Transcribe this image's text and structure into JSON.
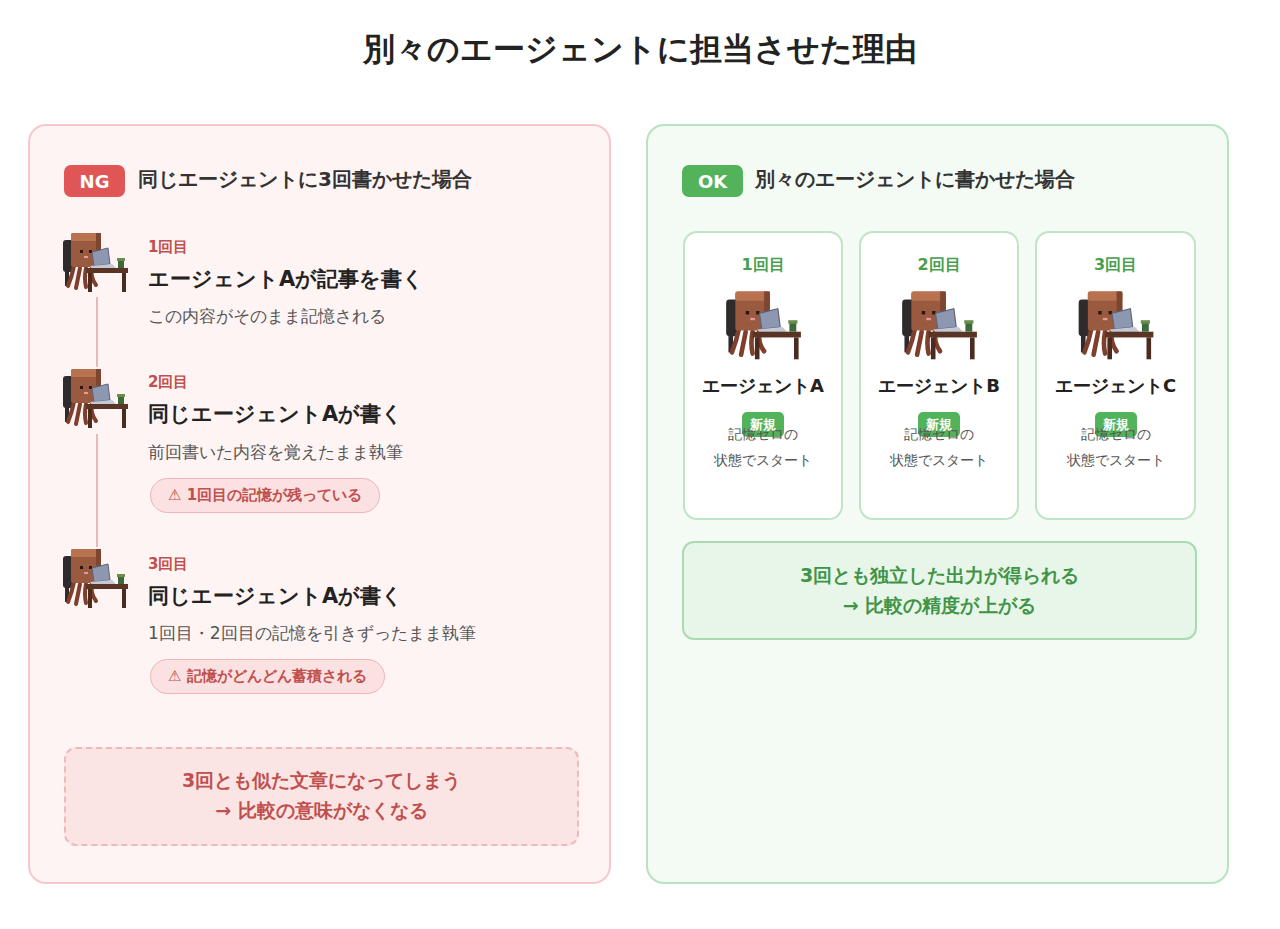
{
  "diagram": {
    "title": "別々のエージェントに担当させた理由",
    "nodes": [
      {
        "text": [
          "同じエージェントに3回書かせた場合"
        ]
      },
      {
        "text": [
          "NG"
        ],
        "in": 0
      },
      {
        "text": [
          "⚠ 1回目の記憶が残っている"
        ],
        "in": 0
      },
      {
        "text": [
          "⚠ 記憶がどんどん蓄積される"
        ],
        "in": 0
      },
      {
        "text": [
          "3回とも似た文章になってしまう",
          "→ 比較の意味がなくなる"
        ],
        "in": 0
      },
      {
        "text": [
          "別々のエージェントに書かせた場合"
        ]
      },
      {
        "text": [
          "OK"
        ],
        "in": 5
      },
      {
        "text": [
          "1回目",
          "エージェントA",
          "記憶ゼロの 状態でスタート"
        ],
        "in": 5
      },
      {
        "text": [
          "新規"
        ],
        "in": 7
      },
      {
        "text": [
          "2回目",
          "エージェントB",
          "記憶ゼロの 状態でスタート"
        ],
        "in": 5
      },
      {
        "text": [
          "新規"
        ],
        "in": 9
      },
      {
        "text": [
          "3回目",
          "エージェントC",
          "記憶ゼロの 状態でスタート"
        ],
        "in": 5
      },
      {
        "text": [
          "新規"
        ],
        "in": 11
      },
      {
        "text": [
          "3回とも独立した出力が得られる",
          "→ 比較の精度が上がる"
        ],
        "in": 5
      }
    ],
    "labels": [
      "1回目",
      "エージェントAが記事を書く",
      "この内容がそのまま記憶される",
      "2回目",
      "同じエージェントAが書く",
      "前回書いた内容を覚えたまま執筆",
      "3回目",
      "同じエージェントAが書く",
      "1回目・2回目の記憶を引きずったまま執筆"
    ]
  }
}
